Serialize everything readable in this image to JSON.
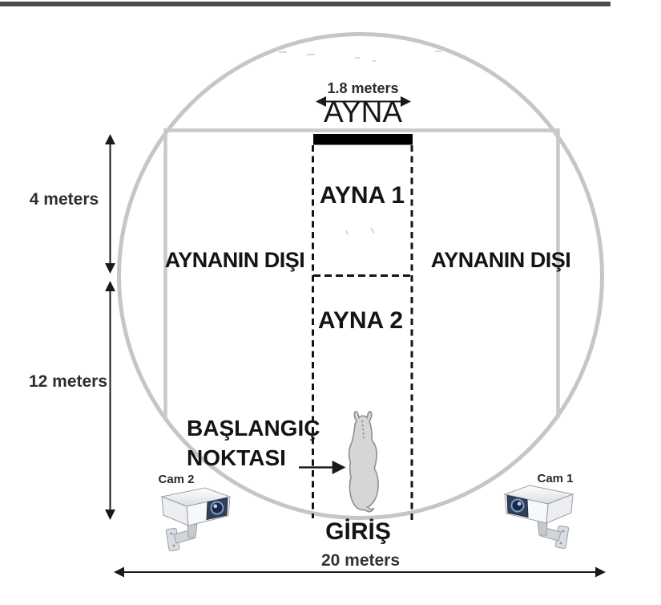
{
  "diagram": {
    "labels": {
      "mirror_width": "1.8 meters",
      "mirror_title": "AYNA",
      "mirror_zone_1": "AYNA 1",
      "mirror_zone_2": "AYNA 2",
      "outside_mirror_left": "AYNANIN DIŞI",
      "outside_mirror_right": "AYNANIN DIŞI",
      "start_point_line_1": "BAŞLANGIÇ",
      "start_point_line_2": "NOKTASI",
      "entrance": "GİRİŞ",
      "camera_left": "Cam 2",
      "camera_right": "Cam 1",
      "height_upper": "4 meters",
      "height_lower": "12 meters",
      "width_total": "20 meters"
    },
    "measurements": {
      "mirror_width_m": 1.8,
      "mirror_zone_depth_m": 4,
      "arena_lower_depth_m": 12,
      "arena_diameter_m": 20
    },
    "colors": {
      "wall_gray": "#c8c8c8",
      "mirror_black": "#000000",
      "label_text": "#141414",
      "top_rule": "#4d4d4d",
      "camera_lens_blue": "#31497a",
      "animal_gray": "#d6d6d6"
    }
  }
}
